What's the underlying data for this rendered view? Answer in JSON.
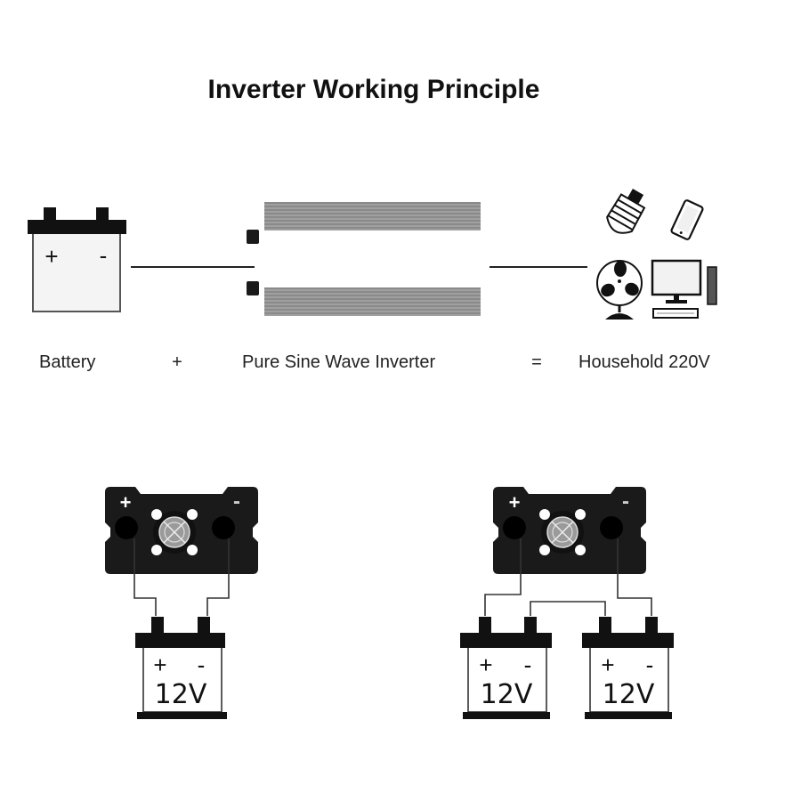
{
  "title": "Inverter Working Principle",
  "equation": {
    "battery_label": "Battery",
    "plus_sign": "+",
    "inverter_label": "Pure Sine Wave Inverter",
    "equals_sign": "=",
    "output_label": "Household 220V"
  },
  "top_battery": {
    "positive": "+",
    "negative": "-"
  },
  "appliances": [
    "light-bulb",
    "smartphone",
    "fan",
    "desktop-computer"
  ],
  "inverter_panel_left": {
    "positive": "+",
    "negative": "-"
  },
  "inverter_panel_right": {
    "positive": "+",
    "negative": "-"
  },
  "single_battery": {
    "positive": "+",
    "negative": "-",
    "voltage": "12V"
  },
  "parallel_batteries": [
    {
      "positive": "+",
      "negative": "-",
      "voltage": "12V"
    },
    {
      "positive": "+",
      "negative": "-",
      "voltage": "12V"
    }
  ],
  "colors": {
    "ink": "#111111",
    "inverter_fins": "#8a8a8a",
    "panel": "#1a1a1a",
    "background": "#ffffff"
  }
}
